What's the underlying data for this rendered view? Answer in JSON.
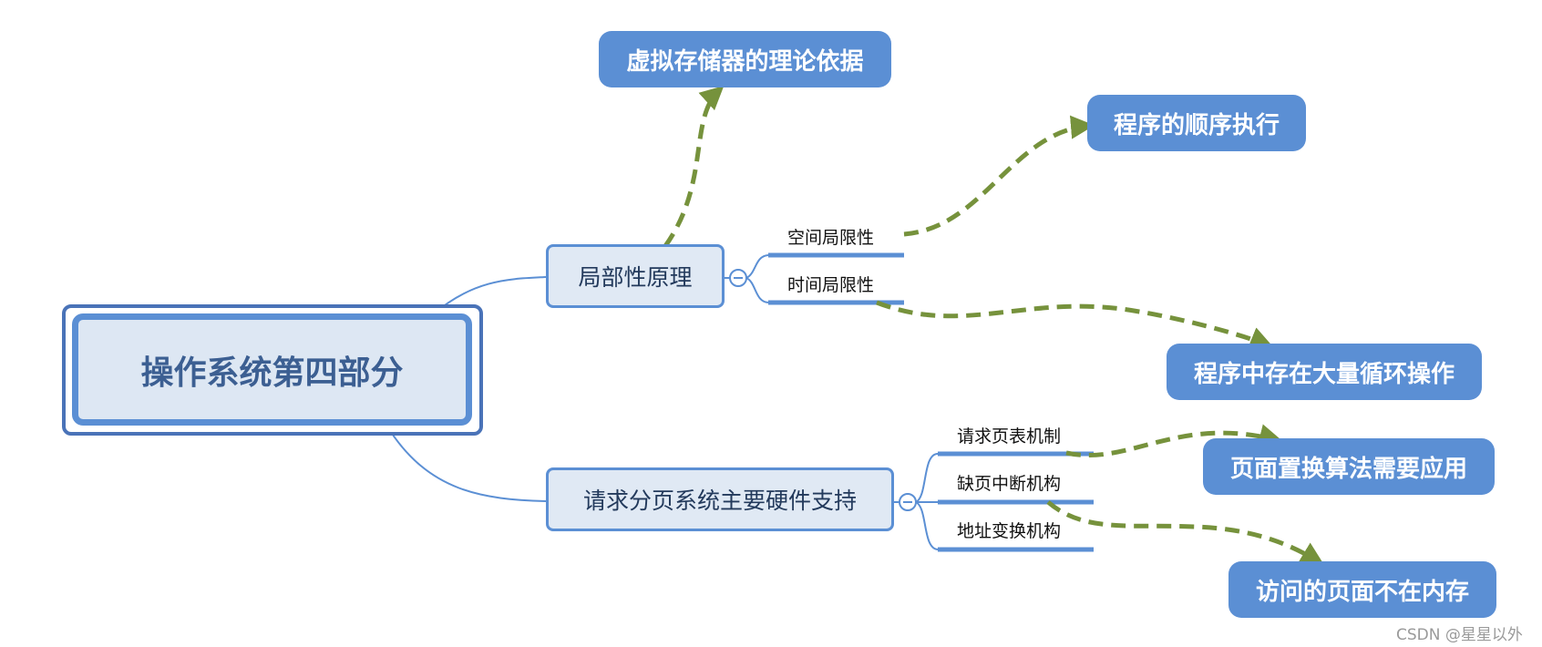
{
  "root": {
    "label": "操作系统第四部分"
  },
  "branches": [
    {
      "label": "局部性原理",
      "callout": "虚拟存储器的理论依据",
      "children": [
        {
          "label": "空间局限性",
          "callout": "程序的顺序执行"
        },
        {
          "label": "时间局限性",
          "callout": "程序中存在大量循环操作"
        }
      ]
    },
    {
      "label": "请求分页系统主要硬件支持",
      "children": [
        {
          "label": "请求页表机制",
          "callout": "页面置换算法需要应用"
        },
        {
          "label": "缺页中断机构",
          "callout": "访问的页面不在内存"
        },
        {
          "label": "地址变换机构"
        }
      ]
    }
  ],
  "colors": {
    "node_blue": "#5b8fd4",
    "root_border": "#4a73b8",
    "node_fill": "#e0e9f4",
    "arrow_green": "#76923c",
    "connector": "#5b8fd4"
  },
  "watermark": "CSDN @星星以外"
}
